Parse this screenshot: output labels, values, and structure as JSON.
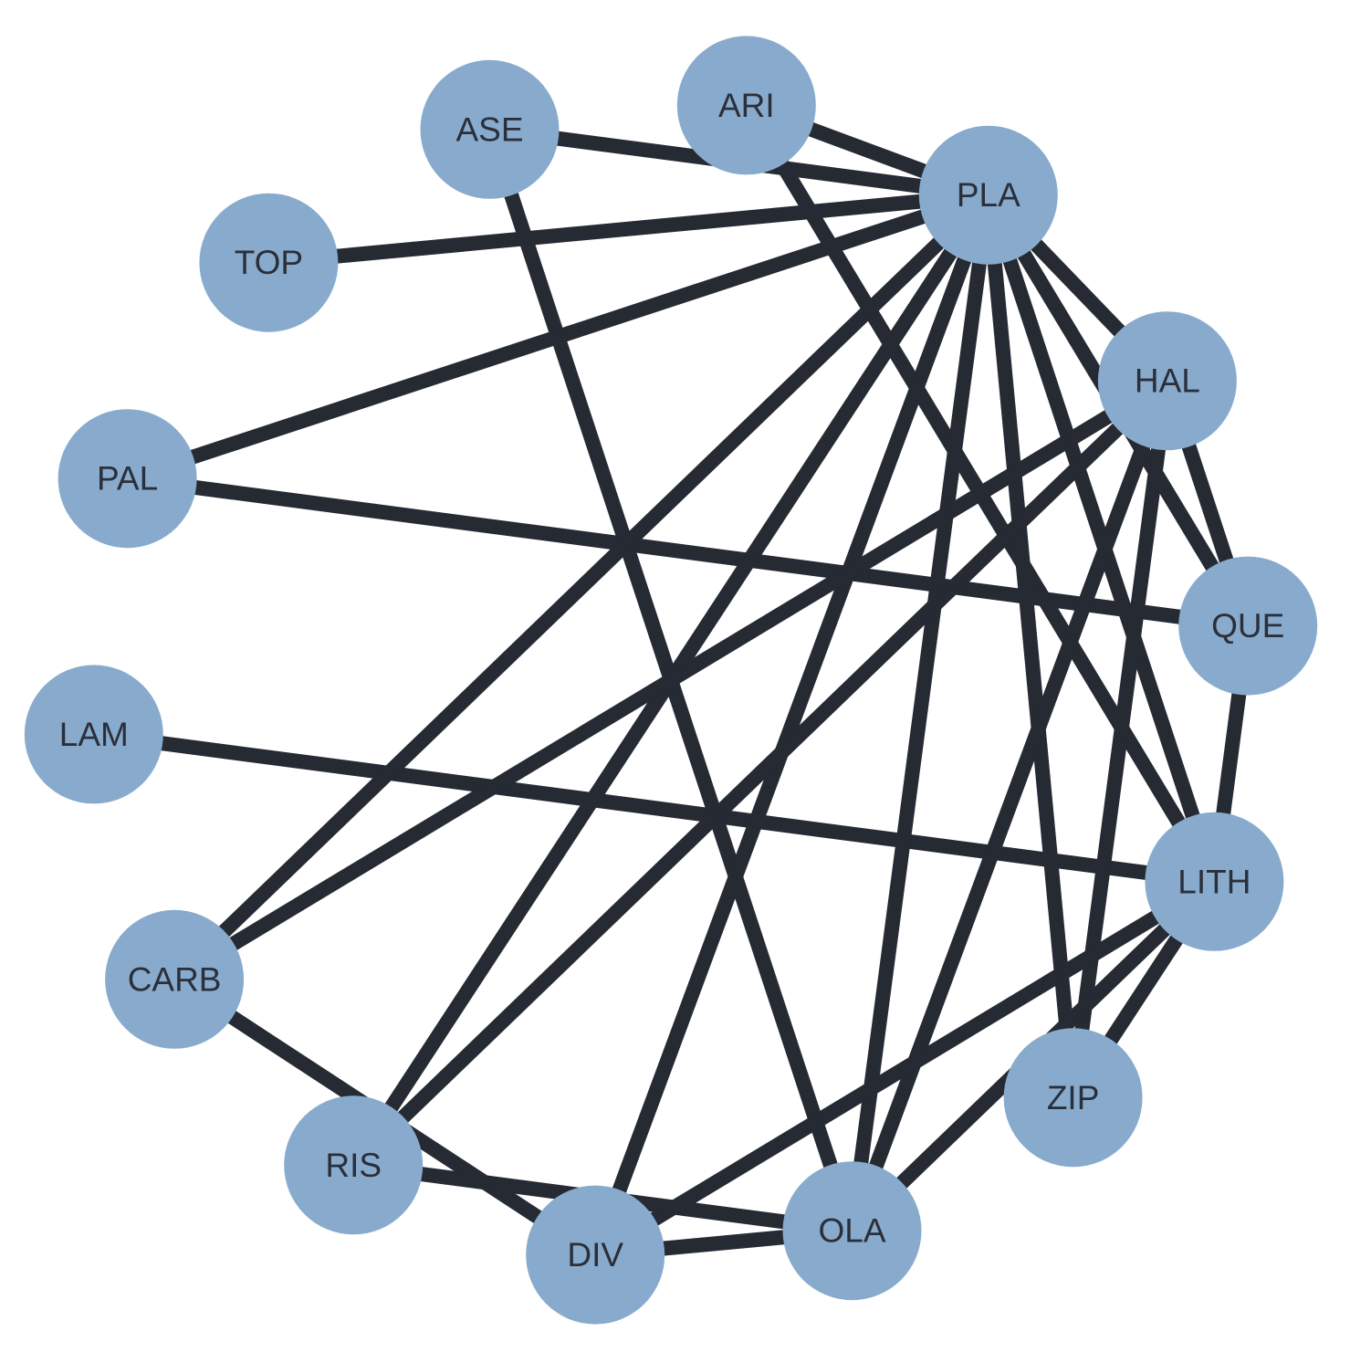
{
  "colors": {
    "node_fill": "#88abcd",
    "edge": "#262a33",
    "label": "#2b2f3a",
    "background": "#ffffff"
  },
  "nodes": [
    {
      "id": "ARI",
      "label": "ARI"
    },
    {
      "id": "PLA",
      "label": "PLA"
    },
    {
      "id": "HAL",
      "label": "HAL"
    },
    {
      "id": "QUE",
      "label": "QUE"
    },
    {
      "id": "LITH",
      "label": "LITH"
    },
    {
      "id": "ZIP",
      "label": "ZIP"
    },
    {
      "id": "OLA",
      "label": "OLA"
    },
    {
      "id": "DIV",
      "label": "DIV"
    },
    {
      "id": "RIS",
      "label": "RIS"
    },
    {
      "id": "CARB",
      "label": "CARB"
    },
    {
      "id": "LAM",
      "label": "LAM"
    },
    {
      "id": "PAL",
      "label": "PAL"
    },
    {
      "id": "TOP",
      "label": "TOP"
    },
    {
      "id": "ASE",
      "label": "ASE"
    }
  ],
  "edges": [
    [
      "ARI",
      "PLA"
    ],
    [
      "ARI",
      "LITH"
    ],
    [
      "ASE",
      "PLA"
    ],
    [
      "ASE",
      "OLA"
    ],
    [
      "TOP",
      "PLA"
    ],
    [
      "PAL",
      "PLA"
    ],
    [
      "PAL",
      "QUE"
    ],
    [
      "LAM",
      "LITH"
    ],
    [
      "PLA",
      "HAL"
    ],
    [
      "PLA",
      "QUE"
    ],
    [
      "PLA",
      "LITH"
    ],
    [
      "PLA",
      "ZIP"
    ],
    [
      "PLA",
      "OLA"
    ],
    [
      "PLA",
      "DIV"
    ],
    [
      "PLA",
      "RIS"
    ],
    [
      "PLA",
      "CARB"
    ],
    [
      "HAL",
      "QUE"
    ],
    [
      "HAL",
      "ZIP"
    ],
    [
      "HAL",
      "CARB"
    ],
    [
      "HAL",
      "RIS"
    ],
    [
      "HAL",
      "OLA"
    ],
    [
      "QUE",
      "LITH"
    ],
    [
      "LITH",
      "ZIP"
    ],
    [
      "LITH",
      "OLA"
    ],
    [
      "LITH",
      "DIV"
    ],
    [
      "CARB",
      "DIV"
    ],
    [
      "RIS",
      "OLA"
    ],
    [
      "DIV",
      "OLA"
    ]
  ]
}
